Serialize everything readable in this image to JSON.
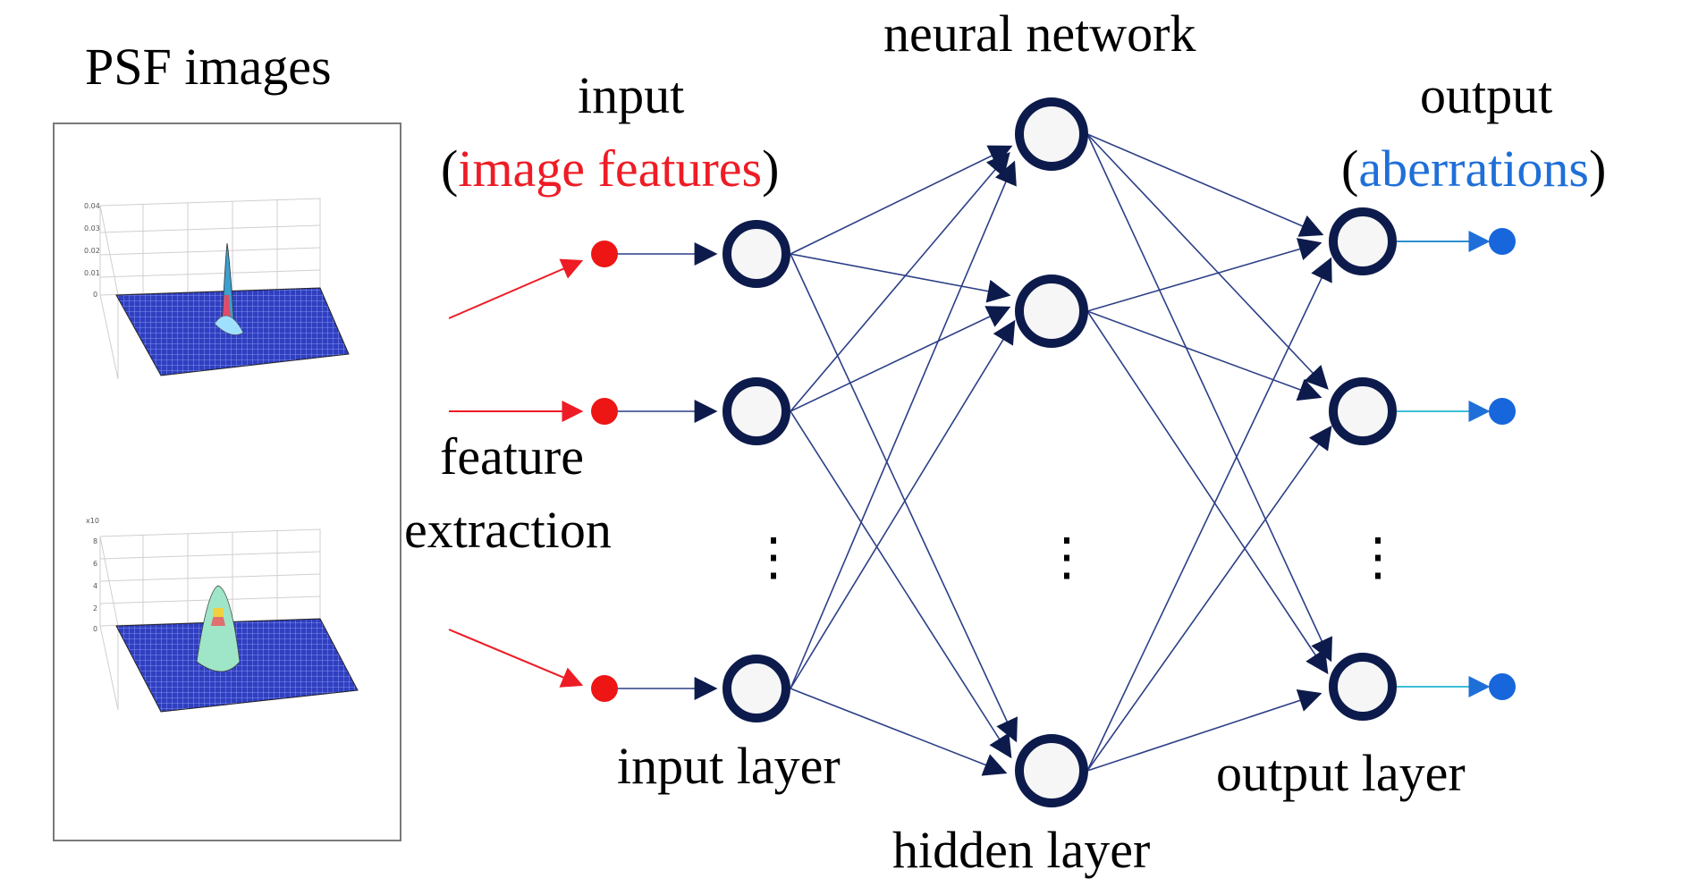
{
  "labels": {
    "psf_images": "PSF images",
    "neural_network": "neural network",
    "input": "input",
    "input_paren_open": "(",
    "image_features": "image features",
    "input_paren_close": ")",
    "output": "output",
    "output_paren_open": "(",
    "aberrations": "aberrations",
    "output_paren_close": ")",
    "feature": "feature",
    "extraction": "extraction",
    "input_layer": "input layer",
    "hidden_layer": "hidden layer",
    "output_layer": "output layer",
    "ellipsis": "⋮"
  },
  "colors": {
    "feature_red": "#ee1c25",
    "aberration_blue": "#1f6fd8",
    "edge_navy": "#2c3f86",
    "node_navy": "#0d1b4c"
  }
}
